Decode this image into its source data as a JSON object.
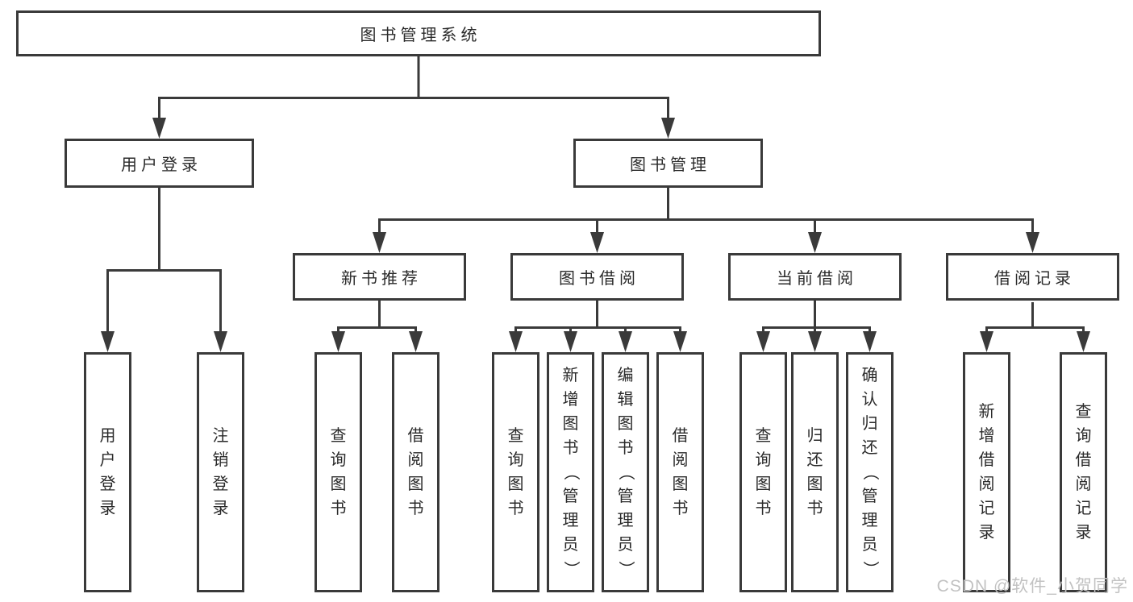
{
  "tree": {
    "root": "图书管理系统",
    "user_login": {
      "label": "用户登录",
      "children": [
        "用户登录",
        "注销登录"
      ]
    },
    "book_management": {
      "label": "图书管理",
      "sections": {
        "new_book_recommend": {
          "label": "新书推荐",
          "children": [
            "查询图书",
            "借阅图书"
          ]
        },
        "book_borrow": {
          "label": "图书借阅",
          "children": [
            "查询图书",
            "新增图书（管理员）",
            "编辑图书（管理员）",
            "借阅图书"
          ]
        },
        "current_borrow": {
          "label": "当前借阅",
          "children": [
            "查询图书",
            "归还图书",
            "确认归还（管理员）"
          ]
        },
        "borrow_records": {
          "label": "借阅记录",
          "children": [
            "新增借阅记录",
            "查询借阅记录"
          ]
        }
      }
    }
  },
  "watermark": "CSDN @软件_小贺同学",
  "colors": {
    "line": "#3a3a3a",
    "text": "#2a2a2a",
    "watermark": "#c2c2c2",
    "background": "#ffffff"
  }
}
